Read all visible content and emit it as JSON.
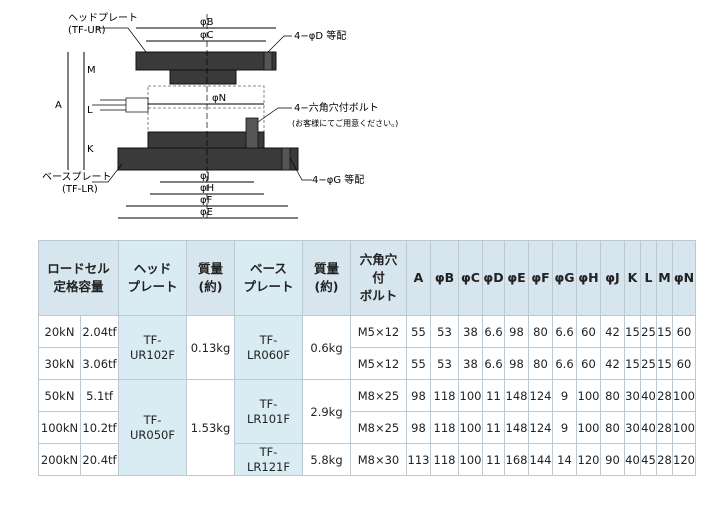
{
  "drawing": {
    "labels": {
      "head_plate": "ヘッドプレート",
      "head_plate_code": "(TF-UR)",
      "base_plate": "ベースプレート",
      "base_plate_code": "(TF-LR)",
      "dim_B": "φB",
      "dim_C": "φC",
      "dim_D": "4−φD  等配",
      "dim_N": "φN",
      "hex_bolt": "4−六角穴付ボルト",
      "bolt_note": "(お客様にてご用意ください。)",
      "dim_G": "4−φG  等配",
      "dim_J": "φJ",
      "dim_H": "φH",
      "dim_F": "φF",
      "dim_E": "φE",
      "dim_M": "M",
      "dim_A": "A",
      "dim_L": "L",
      "dim_K": "K"
    }
  },
  "table": {
    "headers": {
      "capacity": [
        "ロードセル",
        "定格容量"
      ],
      "head_plate": [
        "ヘッド",
        "プレート"
      ],
      "mass1": [
        "質量",
        "(約)"
      ],
      "base_plate": [
        "ベース",
        "プレート"
      ],
      "mass2": [
        "質量",
        "(約)"
      ],
      "bolt": [
        "六角穴",
        "付",
        "ボルト"
      ],
      "dims": [
        "A",
        "φB",
        "φC",
        "φD",
        "φE",
        "φF",
        "φG",
        "φH",
        "φJ",
        "K",
        "L",
        "M",
        "φN"
      ]
    },
    "rows": [
      {
        "kn": "20kN",
        "tf": "2.04tf",
        "bolt": "M5×12",
        "dims": [
          "55",
          "53",
          "38",
          "6.6",
          "98",
          "80",
          "6.6",
          "60",
          "42",
          "15",
          "25",
          "15",
          "60"
        ]
      },
      {
        "kn": "30kN",
        "tf": "3.06tf",
        "bolt": "M5×12",
        "dims": [
          "55",
          "53",
          "38",
          "6.6",
          "98",
          "80",
          "6.6",
          "60",
          "42",
          "15",
          "25",
          "15",
          "60"
        ]
      },
      {
        "kn": "50kN",
        "tf": "5.1tf",
        "bolt": "M8×25",
        "dims": [
          "98",
          "118",
          "100",
          "11",
          "148",
          "124",
          "9",
          "100",
          "80",
          "30",
          "40",
          "28",
          "100"
        ]
      },
      {
        "kn": "100kN",
        "tf": "10.2tf",
        "bolt": "M8×25",
        "dims": [
          "98",
          "118",
          "100",
          "11",
          "148",
          "124",
          "9",
          "100",
          "80",
          "30",
          "40",
          "28",
          "100"
        ]
      },
      {
        "kn": "200kN",
        "tf": "20.4tf",
        "bolt": "M8×30",
        "dims": [
          "113",
          "118",
          "100",
          "11",
          "168",
          "144",
          "14",
          "120",
          "90",
          "40",
          "45",
          "28",
          "120"
        ]
      }
    ],
    "groups": {
      "head_small": {
        "model": [
          "TF-",
          "UR102F"
        ],
        "mass": "0.13kg"
      },
      "head_large": {
        "model": [
          "TF-",
          "UR050F"
        ],
        "mass": "1.53kg"
      },
      "base_small": {
        "model": [
          "TF-",
          "LR060F"
        ],
        "mass": "0.6kg"
      },
      "base_mid": {
        "model": [
          "TF-",
          "LR101F"
        ],
        "mass": "2.9kg"
      },
      "base_large": {
        "model": [
          "TF-",
          "LR121F"
        ],
        "mass": "5.8kg"
      }
    }
  }
}
